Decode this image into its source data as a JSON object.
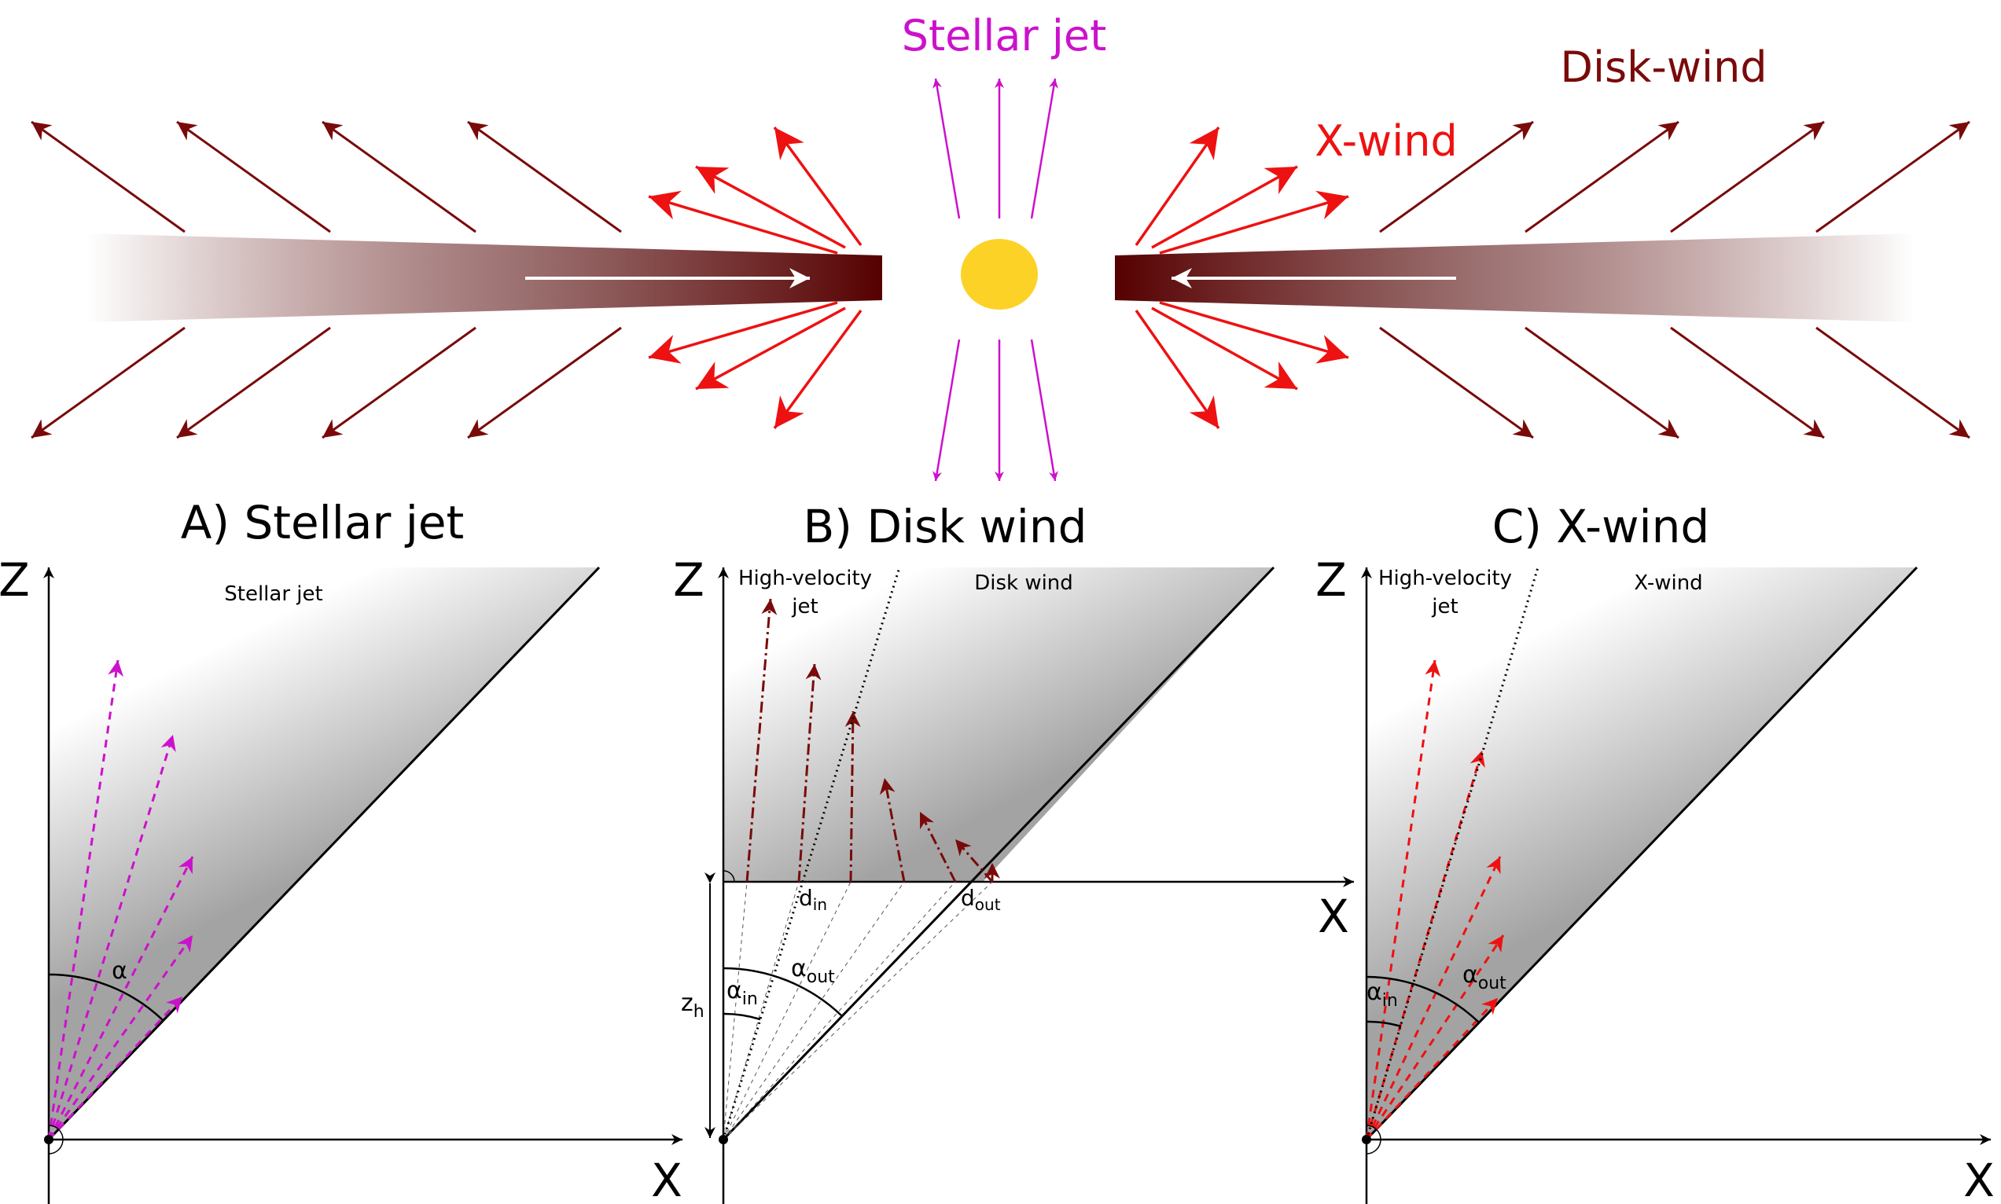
{
  "colors": {
    "stellar_jet": "#cc11cc",
    "x_wind": "#ee1111",
    "disk_wind": "#7a0a0a",
    "disk_dark": "#560000",
    "star": "#fdd226",
    "cone_gray": "#a3a3a3"
  },
  "top": {
    "stellar_jet_label": "Stellar jet",
    "disk_wind_label": "Disk-wind",
    "x_wind_label": "X-wind"
  },
  "panels": {
    "a": {
      "title": "A) Stellar jet",
      "z_axis": "Z",
      "x_axis": "X",
      "region_label": "Stellar jet",
      "angle_label": "α"
    },
    "b": {
      "title": "B) Disk wind",
      "z_axis": "Z",
      "x_axis": "X",
      "region_label": "Disk wind",
      "jet_label_line1": "High-velocity",
      "jet_label_line2": "jet",
      "d_in_base": "d",
      "d_in_sub": "in",
      "d_out_base": "d",
      "d_out_sub": "out",
      "alpha_in_base": "α",
      "alpha_in_sub": "in",
      "alpha_out_base": "α",
      "alpha_out_sub": "out",
      "z_h_base": "z",
      "z_h_sub": "h"
    },
    "c": {
      "title": "C) X-wind",
      "z_axis": "Z",
      "x_axis": "X",
      "region_label": "X-wind",
      "jet_label_line1": "High-velocity",
      "jet_label_line2": "jet",
      "alpha_in_base": "α",
      "alpha_in_sub": "in",
      "alpha_out_base": "α",
      "alpha_out_sub": "out"
    }
  }
}
